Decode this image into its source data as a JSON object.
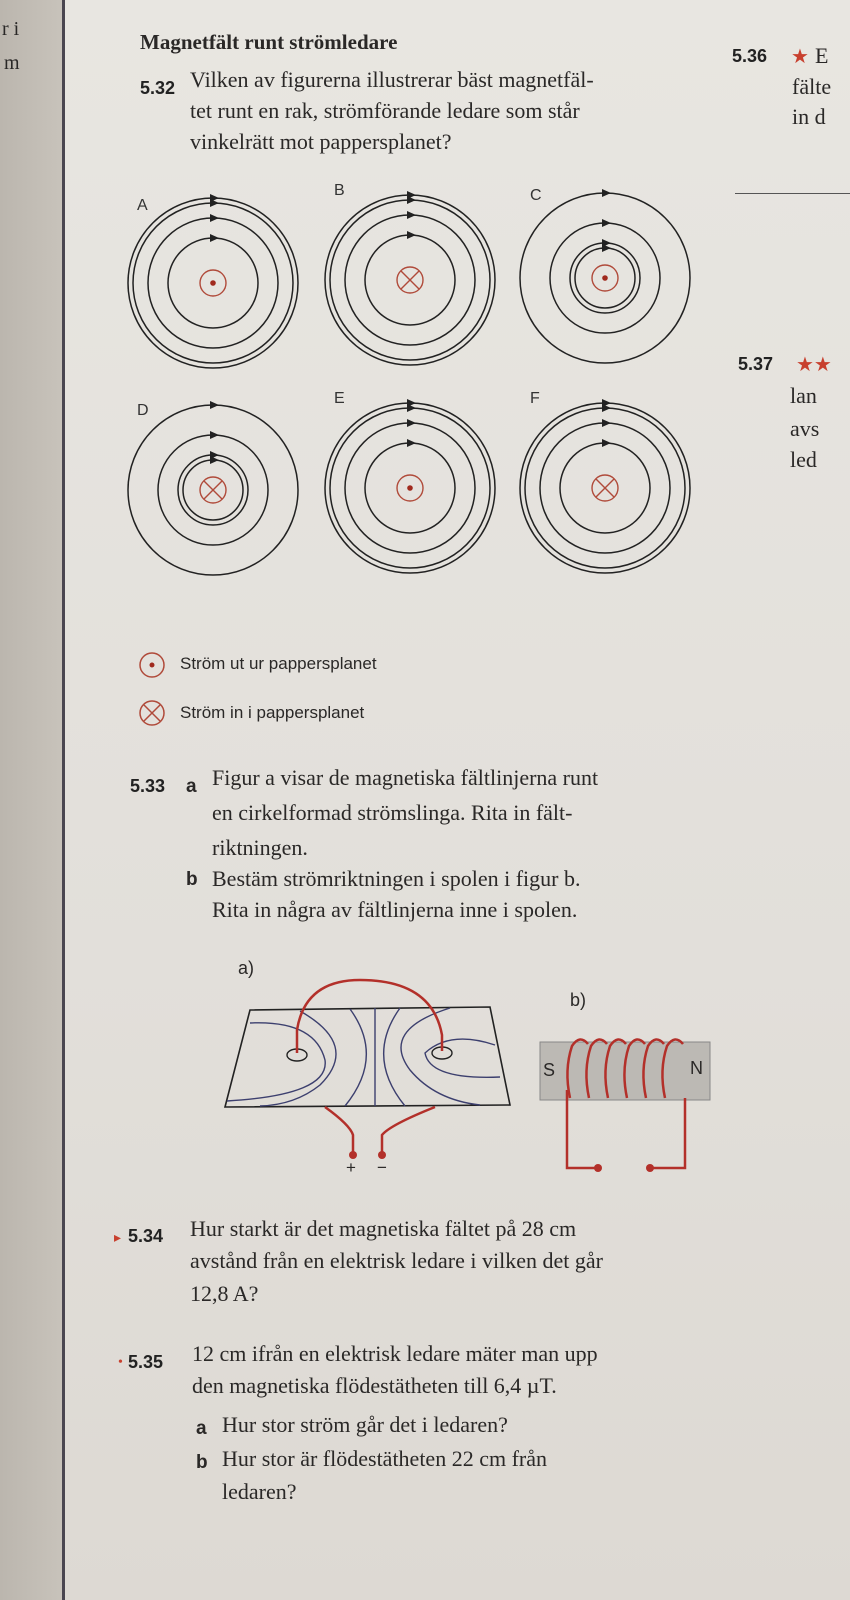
{
  "margin_fragments": [
    "r i",
    "m"
  ],
  "section_title": "Magnetfält runt strömledare",
  "q532": {
    "number": "5.32",
    "lines": [
      "Vilken av figurerna illustrerar bäst magnetfäl-",
      "tet runt en rak, strömförande ledare som står",
      "vinkelrätt mot pappersplanet?"
    ],
    "figures": [
      {
        "label": "A",
        "symbol": "dot"
      },
      {
        "label": "B",
        "symbol": "cross"
      },
      {
        "label": "C",
        "symbol": "dot"
      },
      {
        "label": "D",
        "symbol": "cross"
      },
      {
        "label": "E",
        "symbol": "dot"
      },
      {
        "label": "F",
        "symbol": "cross"
      }
    ],
    "legend": [
      {
        "symbol": "dot",
        "text": "Ström ut ur pappersplanet"
      },
      {
        "symbol": "cross",
        "text": "Ström in i pappersplanet"
      }
    ]
  },
  "q533": {
    "number": "5.33",
    "a_marker": "a",
    "a_lines": [
      "Figur a visar de magnetiska fältlinjerna runt",
      "en cirkelformad strömslinga. Rita in fält-",
      "riktningen."
    ],
    "b_marker": "b",
    "b_lines": [
      "Bestäm strömriktningen i spolen i figur b.",
      "Rita in några av fältlinjerna inne i spolen."
    ],
    "fig_a_label": "a)",
    "fig_a_plus": "+",
    "fig_a_minus": "−",
    "fig_b_label": "b)",
    "fig_b_south": "S",
    "fig_b_north": "N"
  },
  "q534": {
    "number": "5.34",
    "lines": [
      "Hur starkt är det magnetiska fältet på 28 cm",
      "avstånd från en elektrisk ledare i vilken det går",
      "12,8 A?"
    ]
  },
  "q535": {
    "number": "5.35",
    "lines": [
      "12 cm ifrån en elektrisk ledare mäter man upp",
      "den magnetiska flödestätheten till 6,4 µT."
    ],
    "a_marker": "a",
    "a_text": "Hur stor ström går det i ledaren?",
    "b_marker": "b",
    "b_lines": [
      "Hur stor är flödestätheten 22 cm från",
      "ledaren?"
    ]
  },
  "right_column": {
    "q536_number": "5.36",
    "q536_stars": "★",
    "q536_lines": [
      "E",
      "fälte",
      "in d"
    ],
    "q537_number": "5.37",
    "q537_stars": "★★",
    "q537_lines": [
      "lan",
      "avs",
      "led"
    ]
  },
  "colors": {
    "accent_red": "#c8402e",
    "ink": "#2a2827",
    "field_line_blue": "#3c3f6e"
  }
}
